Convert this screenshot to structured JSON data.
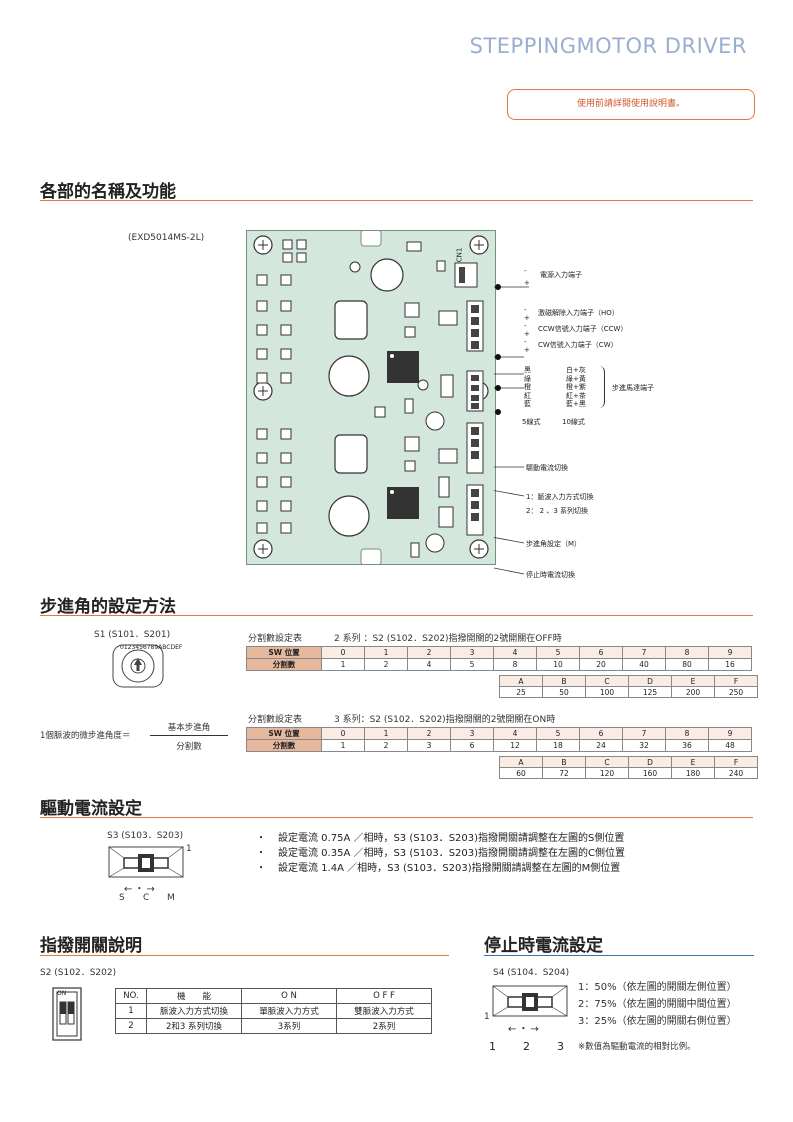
{
  "header": {
    "title": "STEPPINGMOTOR  DRIVER",
    "notice": "使用前請詳閱使用說明書。"
  },
  "section1": {
    "title": "各部的名稱及功能",
    "model": "(EXD5014MS-2L)",
    "cn1": "CN1",
    "power_label": "電源入力端子",
    "ho_label": "激磁解除入力端子（HO）",
    "ccw_label": "CCW信號入力端子（CCW）",
    "cw_label": "CW信號入力端子（CW）",
    "motor_label": "步進馬達端子",
    "wire5": [
      "黑",
      "綠",
      "橙",
      "紅",
      "藍"
    ],
    "wire10": [
      "白+灰",
      "綠+黃",
      "橙+紫",
      "紅+茶",
      "藍+黑"
    ],
    "wire5_title": "5線式",
    "wire10_title": "10線式",
    "drive_current_label": "驅動電流切換",
    "switch_label_1": "1：脈波入力方式切換",
    "switch_label_2": "2： 2 、3 系列切換",
    "step_setting_label": "步進角設定（M）",
    "stop_current_label": "停止時電流切換",
    "minus": "-",
    "plus": "+"
  },
  "section2": {
    "title": "步進角的設定方法",
    "s1_label": "S1 (S101．S201)",
    "formula_left": "1個脈波的微步進角度＝",
    "formula_num": "基本步進角",
    "formula_den": "分割數",
    "table1_caption": "分割數設定表",
    "table1_desc": "2 系列 ：S2 (S102．S202)指撥開關的2號開關在OFF時",
    "table2_caption": "分割數設定表",
    "table2_desc": "3 系列：S2 (S102．S202)指撥開關的2號開關在ON時",
    "row_sw": "SW 位置",
    "row_div": "分割數",
    "sw_pos_a": [
      "0",
      "1",
      "2",
      "3",
      "4",
      "5",
      "6",
      "7",
      "8",
      "9"
    ],
    "sw_pos_b": [
      "A",
      "B",
      "C",
      "D",
      "E",
      "F"
    ],
    "t1_div_a": [
      "1",
      "2",
      "4",
      "5",
      "8",
      "10",
      "20",
      "40",
      "80",
      "16"
    ],
    "t1_div_b": [
      "25",
      "50",
      "100",
      "125",
      "200",
      "250"
    ],
    "t2_div_a": [
      "1",
      "2",
      "3",
      "6",
      "12",
      "18",
      "24",
      "32",
      "36",
      "48"
    ],
    "t2_div_b": [
      "60",
      "72",
      "120",
      "160",
      "180",
      "240"
    ],
    "dial_digits": "0123456789ABCDEF"
  },
  "section3": {
    "title": "驅動電流設定",
    "s3_label": "S3 (S103．S203)",
    "mark_1": "1",
    "scm": [
      "S",
      "C",
      "M"
    ],
    "bullet": "・",
    "lines": [
      "設定電流 0.75A ／相時，S3 (S103．S203)指撥開關請調整在左圖的S側位置",
      "設定電流 0.35A ／相時，S3 (S103．S203)指撥開關請調整在左圖的C側位置",
      "設定電流 1.4A ／相時，S3 (S103．S203)指撥開關請調整在左圖的M側位置"
    ]
  },
  "section4": {
    "title": "指撥開關說明",
    "s2_label": "S2 (S102．S202)",
    "dip_on": "ON",
    "table_headers": [
      "NO.",
      "機　　能",
      "O N",
      "O F F"
    ],
    "rows": [
      [
        "1",
        "脈波入力方式切換",
        "單脈波入力方式",
        "雙脈波入力方式"
      ],
      [
        "2",
        "2和3 系列切換",
        "3系列",
        "2系列"
      ]
    ]
  },
  "section5": {
    "title": "停止時電流設定",
    "s4_label": "S4 (S104．S204)",
    "mark_1": "1",
    "positions": [
      "1",
      "2",
      "3"
    ],
    "lines": [
      "1：50%（依左圖的開關左側位置）",
      "2：75%（依左圖的開關中間位置）",
      "3：25%（依左圖的開關右側位置）"
    ],
    "note": "※數值為驅動電流的相對比例。"
  }
}
